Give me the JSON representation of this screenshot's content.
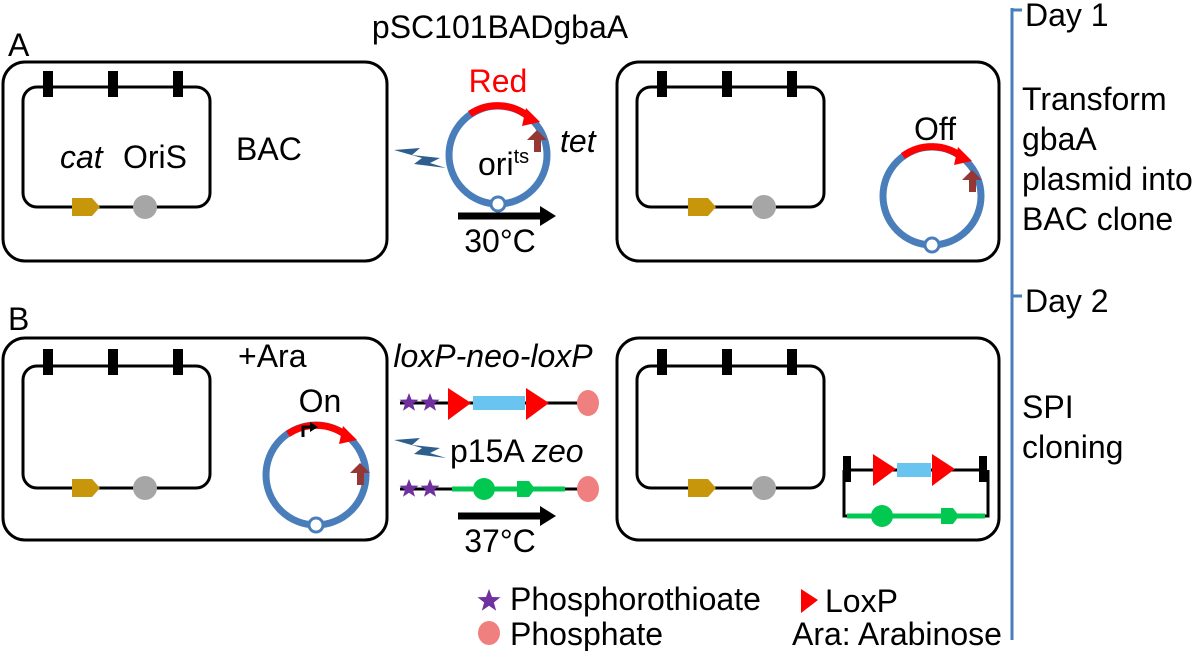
{
  "title": "pSC101BADgbaA",
  "panel_a": {
    "label": "A",
    "bac_cat": "cat",
    "bac_oris": "OriS",
    "bac_label": "BAC",
    "plasmid_red": "Red",
    "plasmid_ori": "ori",
    "plasmid_ori_sup": "ts",
    "plasmid_tet": "tet",
    "temp": "30°C",
    "state": "Off"
  },
  "panel_b": {
    "label": "B",
    "ara": "+Ara",
    "state": "On",
    "insert_label": "loxP-neo-loxP",
    "vector_p15a": "p15A",
    "vector_zeo": "zeo",
    "temp": "37°C"
  },
  "timeline": {
    "day1": "Day 1",
    "day1_desc": [
      "Transform",
      "gbaA",
      "plasmid into",
      "BAC clone"
    ],
    "day2": "Day 2",
    "day2_desc": [
      "SPI",
      "cloning"
    ]
  },
  "legend": {
    "phosphorothioate": "Phosphorothioate",
    "phosphate": "Phosphate",
    "loxp": "LoxP",
    "ara": "Ara: Arabinose"
  },
  "colors": {
    "plasmid_blue": "#4a7ebb",
    "red_gene": "#ff0000",
    "tet_arrow": "#953735",
    "cat_gold": "#c8960a",
    "oris_gray": "#a6a6a6",
    "neo_cyan": "#6ac4f0",
    "zeo_green": "#00c850",
    "star_purple": "#7030a0",
    "phosphate_pink": "#f08080",
    "timeline_blue": "#4a7ebb"
  }
}
